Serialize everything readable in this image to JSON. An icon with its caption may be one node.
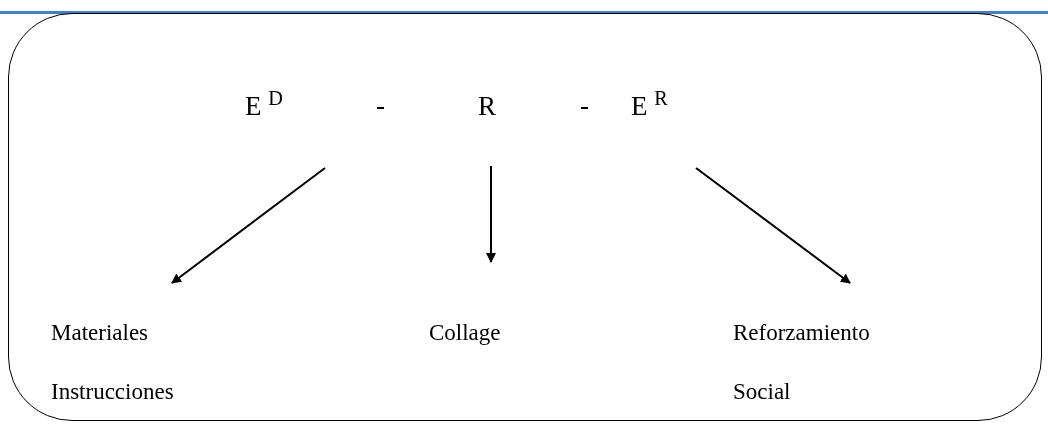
{
  "diagram": {
    "nodes": [
      {
        "text": [],
        "shape": "box"
      },
      {
        "text": [
          "E $^{D}$"
        ],
        "in": 0
      },
      {
        "text": [
          "R"
        ],
        "in": 0
      },
      {
        "text": [
          "E $^{R}$"
        ],
        "in": 0
      },
      {
        "text": [
          "Materiales",
          "Instrucciones"
        ],
        "in": 0
      },
      {
        "text": [
          "Collage"
        ],
        "in": 0
      },
      {
        "text": [
          "Reforzamiento",
          "Social"
        ],
        "in": 0
      }
    ],
    "edges": [
      {
        "from": 1,
        "to": 4,
        "arrow": "to"
      },
      {
        "from": 2,
        "to": 5,
        "arrow": "to"
      },
      {
        "from": 3,
        "to": 6,
        "arrow": "to"
      }
    ],
    "labels": [
      "-",
      "-"
    ]
  }
}
